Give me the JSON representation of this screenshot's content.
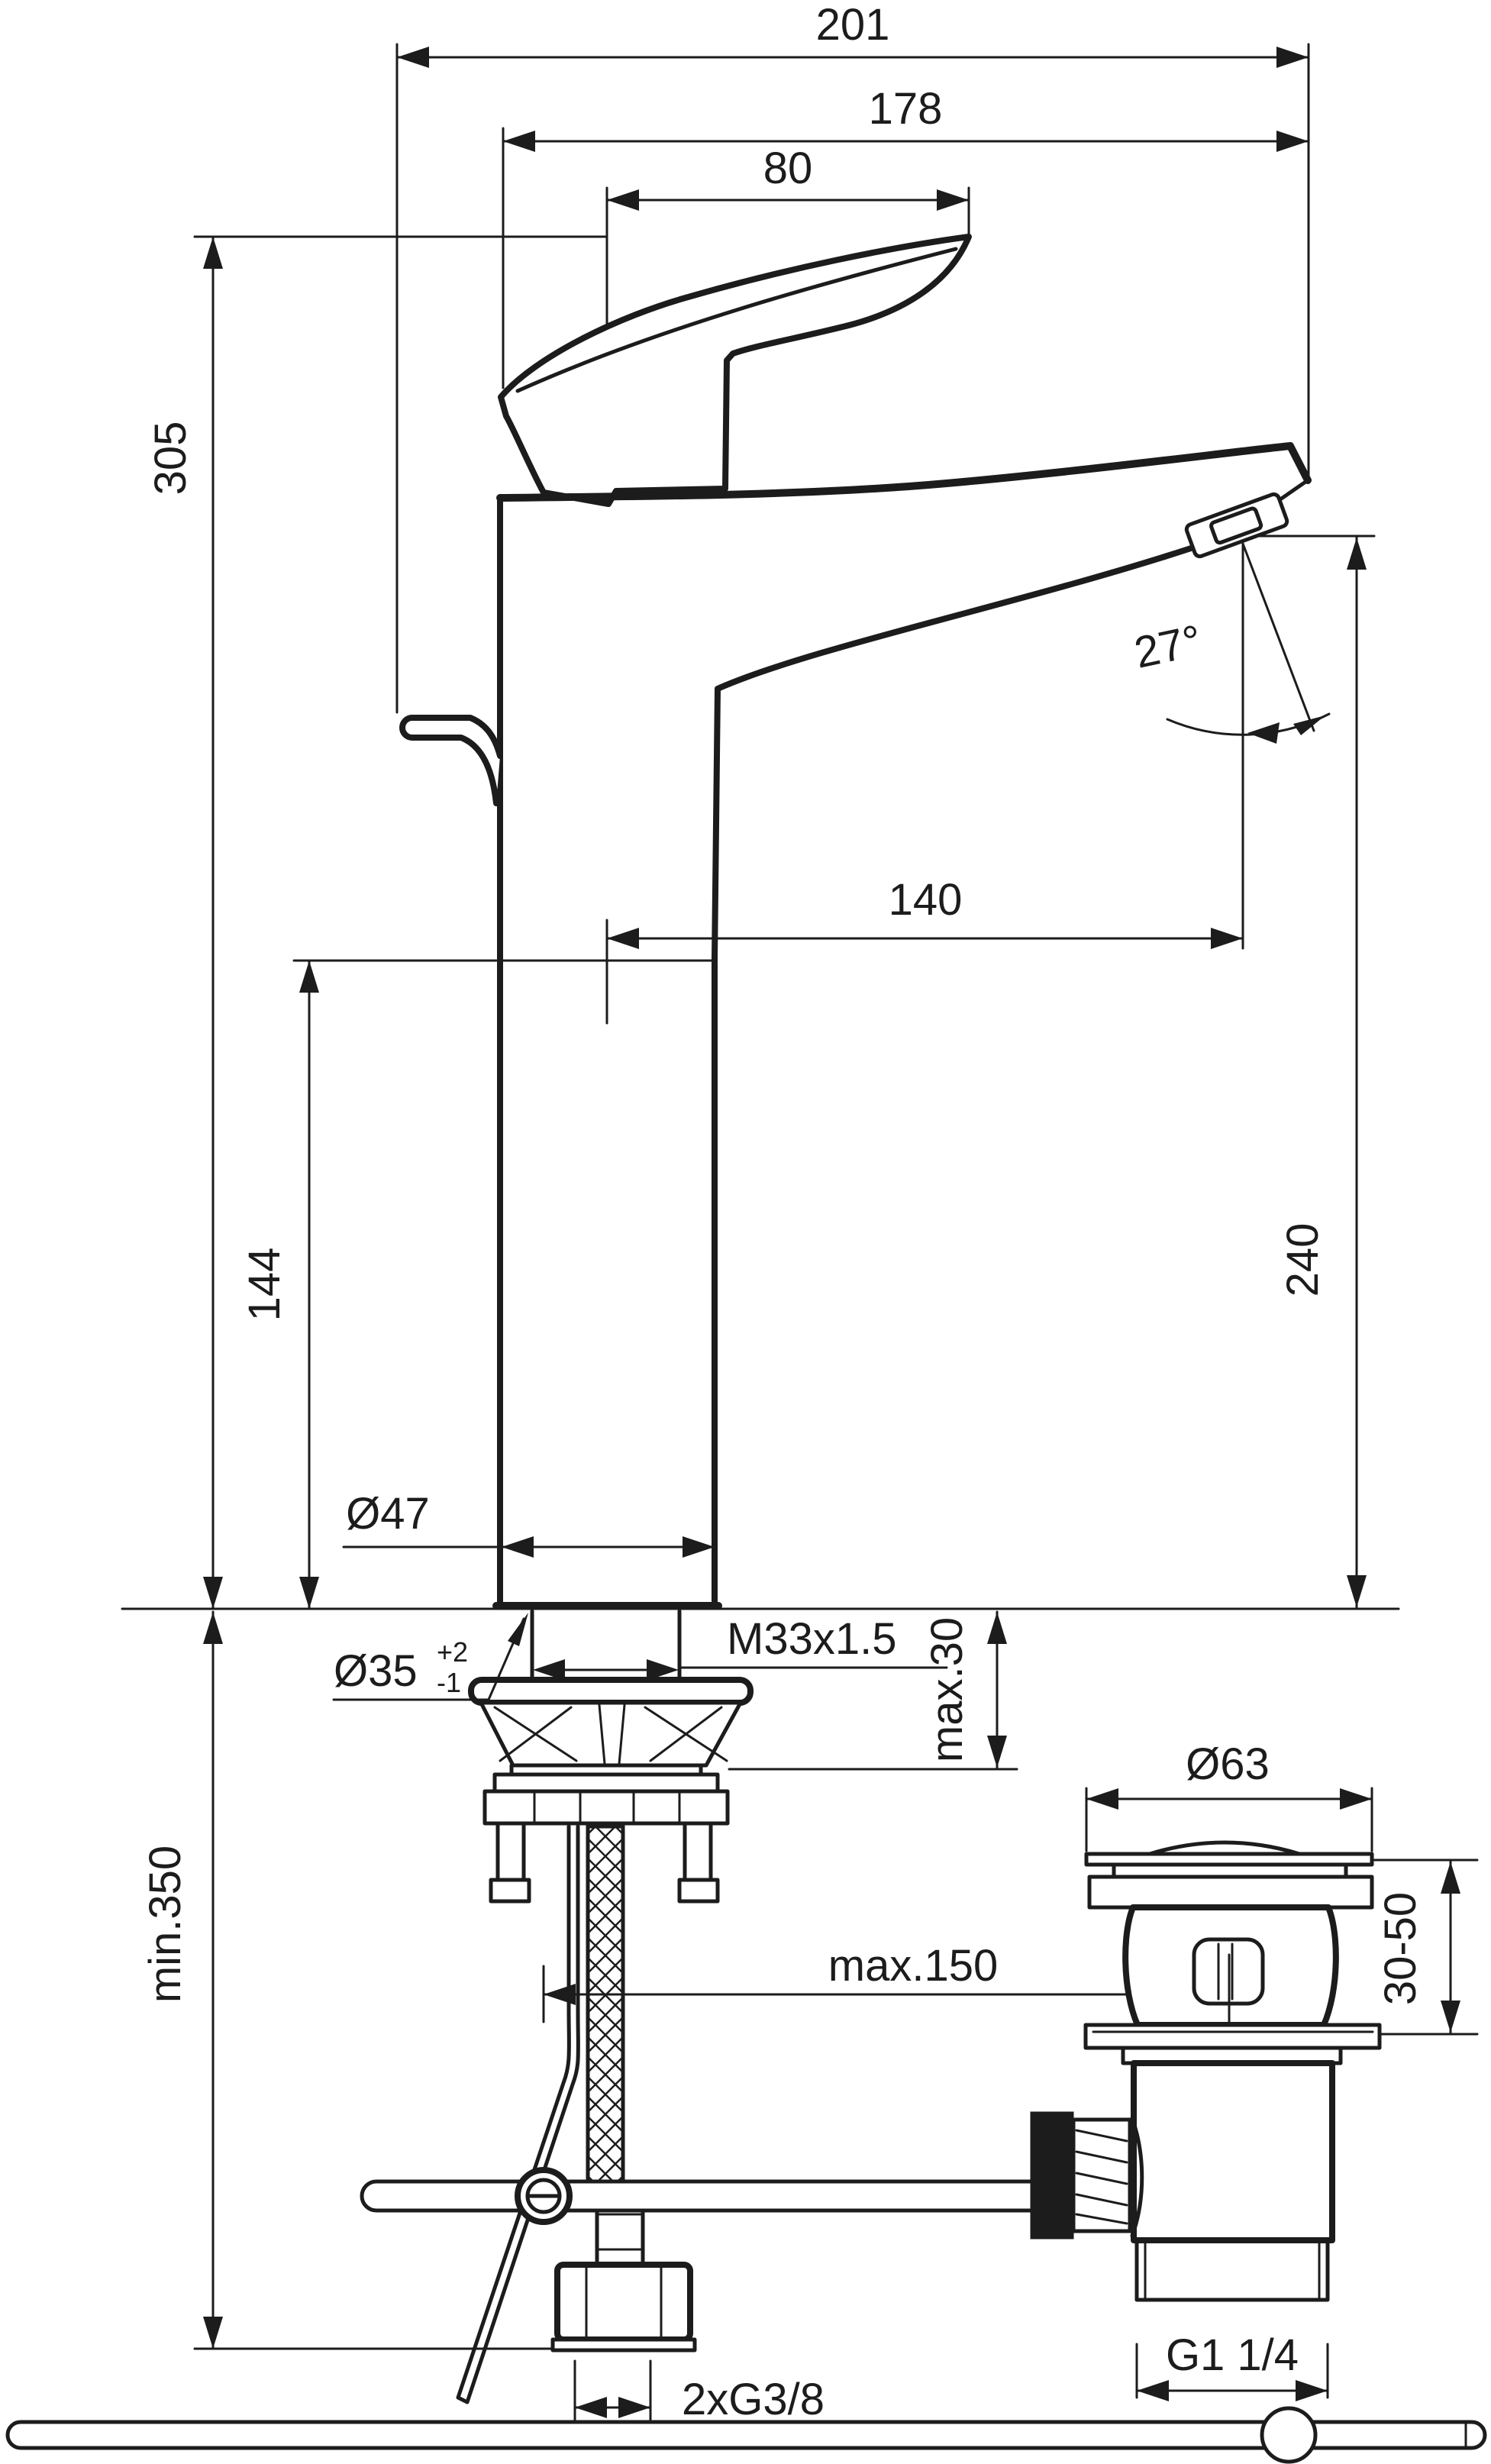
{
  "drawing": {
    "kind": "technical-dimension-drawing",
    "views": [
      "faucet-side-profile-with-mounting",
      "pop-up-waste-drain",
      "horizontal-pop-up-rod"
    ]
  },
  "labels": {
    "width_overall": "201",
    "width_body_to_spout": "178",
    "width_center_to_handle": "80",
    "height_overall": "305",
    "height_lower_body": "144",
    "height_spout_outlet": "240",
    "depth_center_to_outlet": "140",
    "angle_outlet": "27°",
    "dia_body": "Ø47",
    "dia_hole": "Ø35",
    "dia_hole_tol_plus": "+2",
    "dia_hole_tol_minus": "-1",
    "thread_shank": "M33x1.5",
    "deck_max_thickness": "max.30",
    "clearance_below": "min.350",
    "hose_reach": "max.150",
    "dia_waste_flange": "Ø63",
    "waste_deck_range": "30-50",
    "supply_thread": "2xG3/8",
    "waste_thread": "G1 1/4"
  },
  "colors": {
    "ink": "#1c1c1c",
    "paper": "#ffffff"
  }
}
